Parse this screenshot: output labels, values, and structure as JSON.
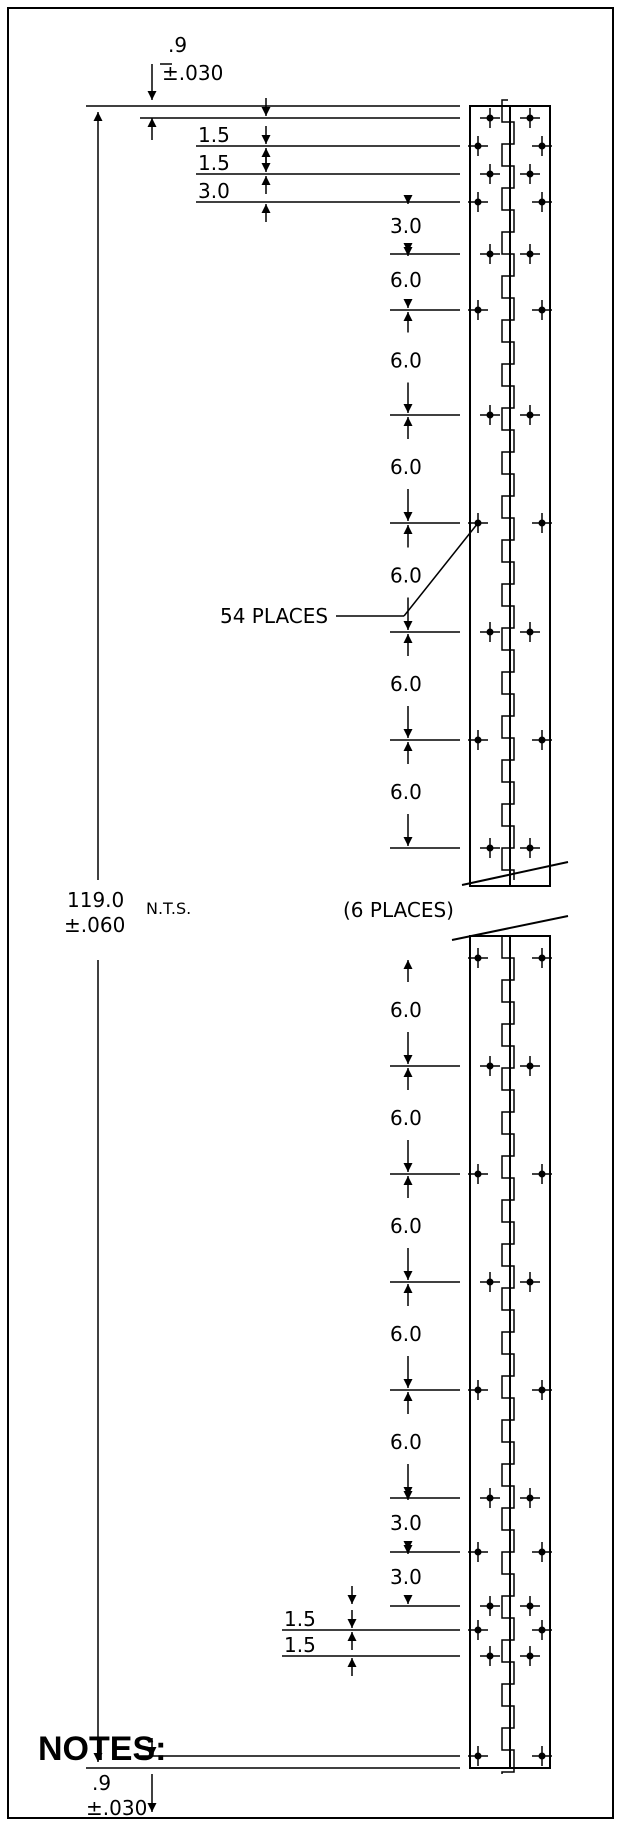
{
  "drawing": {
    "overall_length": "119.0",
    "overall_tolerance": "±.060",
    "scale_note": "N.T.S.",
    "top_offset": ".9",
    "top_offset_tol": "±.030",
    "bottom_offset": ".9",
    "bottom_offset_tol": "±.030",
    "hole_count_callout": "54  PLACES",
    "repeat_callout": "(6  PLACES)",
    "upper_spacings": [
      "1.5",
      "1.5",
      "3.0",
      "3.0",
      "6.0",
      "6.0",
      "6.0",
      "6.0",
      "6.0",
      "6.0"
    ],
    "lower_spacings": [
      "6.0",
      "6.0",
      "6.0",
      "6.0",
      "6.0",
      "3.0",
      "3.0",
      "1.5",
      "1.5"
    ]
  },
  "notes": {
    "title": "NOTES:"
  }
}
